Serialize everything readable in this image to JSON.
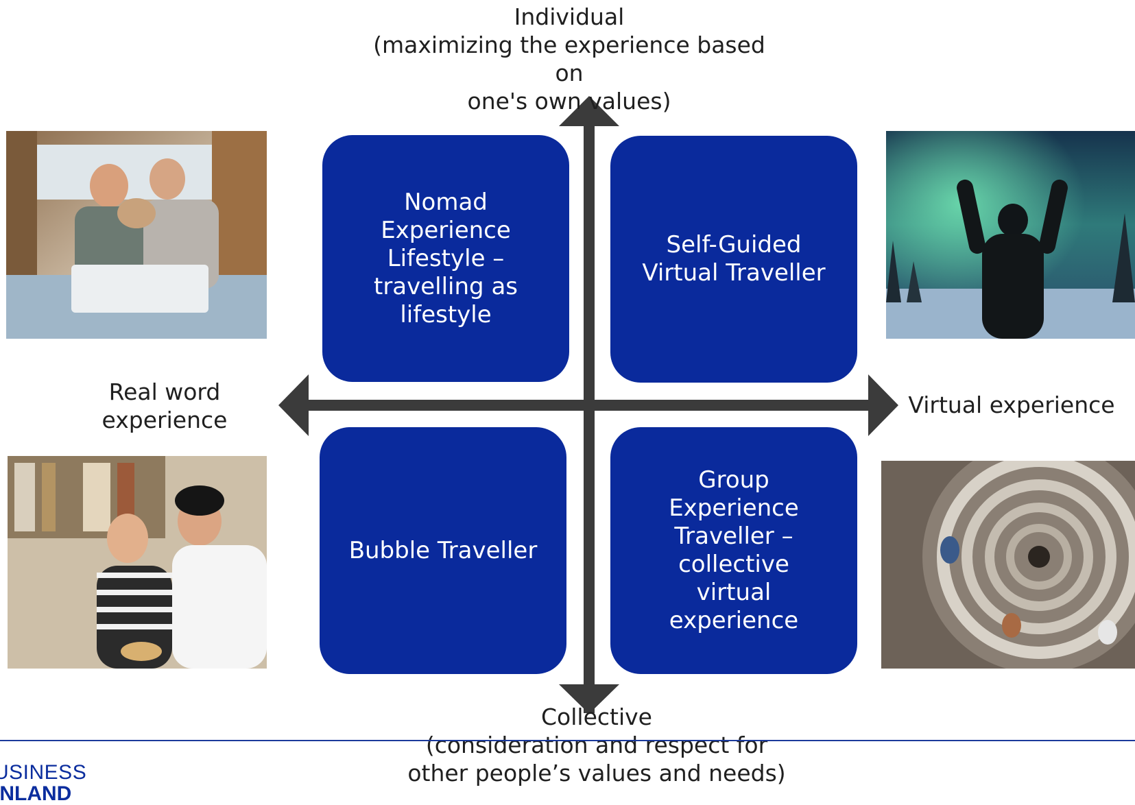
{
  "axis": {
    "top_title": "Individual",
    "top_line2": "(maximizing the experience based on",
    "top_line3": "one's own values)",
    "bottom_title": "Collective",
    "bottom_line2": "(consideration and respect for",
    "bottom_line3": "other people’s values and needs)",
    "left_line1": "Real word",
    "left_line2": "experience",
    "right_label": "Virtual experience"
  },
  "quadrants": {
    "top_left": "Nomad Experience Lifestyle – travelling as lifestyle",
    "top_right": "Self-Guided Virtual Traveller",
    "bottom_left": "Bubble Traveller",
    "bottom_right": "Group Experience Traveller – collective virtual experience"
  },
  "logo": {
    "line1": "USINESS",
    "line2": "INLAND"
  },
  "colors": {
    "box_fill": "#0a2a9c",
    "axis": "#3b3b3b",
    "divider": "#1b3a9c",
    "logo": "#0b2d9e"
  },
  "images": [
    {
      "name": "van-couple-laptop-photo"
    },
    {
      "name": "aurora-arms-raised-photo"
    },
    {
      "name": "couple-cooking-photo"
    },
    {
      "name": "spiral-staircase-photo"
    }
  ]
}
